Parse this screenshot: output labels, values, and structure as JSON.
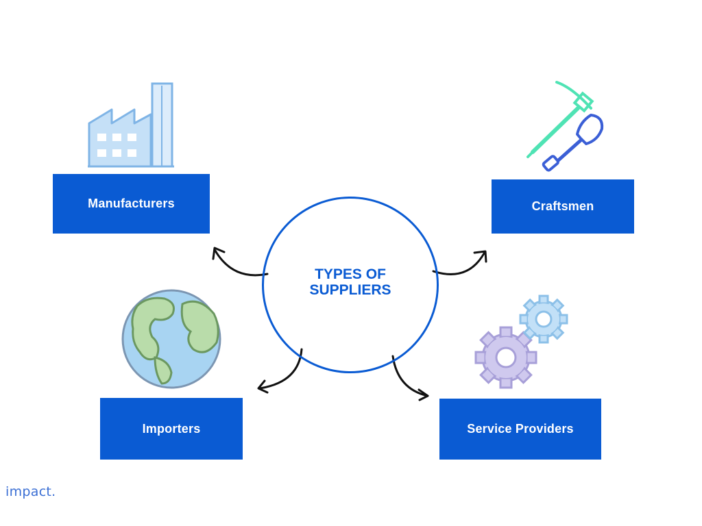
{
  "center": {
    "title_line1": "TYPES OF",
    "title_line2": "SUPPLIERS"
  },
  "nodes": {
    "manufacturers": {
      "label": "Manufacturers",
      "icon": "factory-icon"
    },
    "craftsmen": {
      "label": "Craftsmen",
      "icon": "pickaxe-shovel-icon"
    },
    "importers": {
      "label": "Importers",
      "icon": "globe-icon"
    },
    "service_providers": {
      "label": "Service Providers",
      "icon": "gears-icon"
    }
  },
  "logo": {
    "text": "impact."
  },
  "colors": {
    "accent": "#0a5bd3",
    "box_text": "#ffffff",
    "arrow": "#111111",
    "factory": "#a9cdf0",
    "globe_land": "#b9dcaa",
    "globe_water": "#a8d4f2",
    "gear_purple": "#c9c3ea",
    "gear_blue": "#b9dbf5",
    "pickaxe": "#4fe3b4",
    "shovel": "#3b5fd6"
  }
}
